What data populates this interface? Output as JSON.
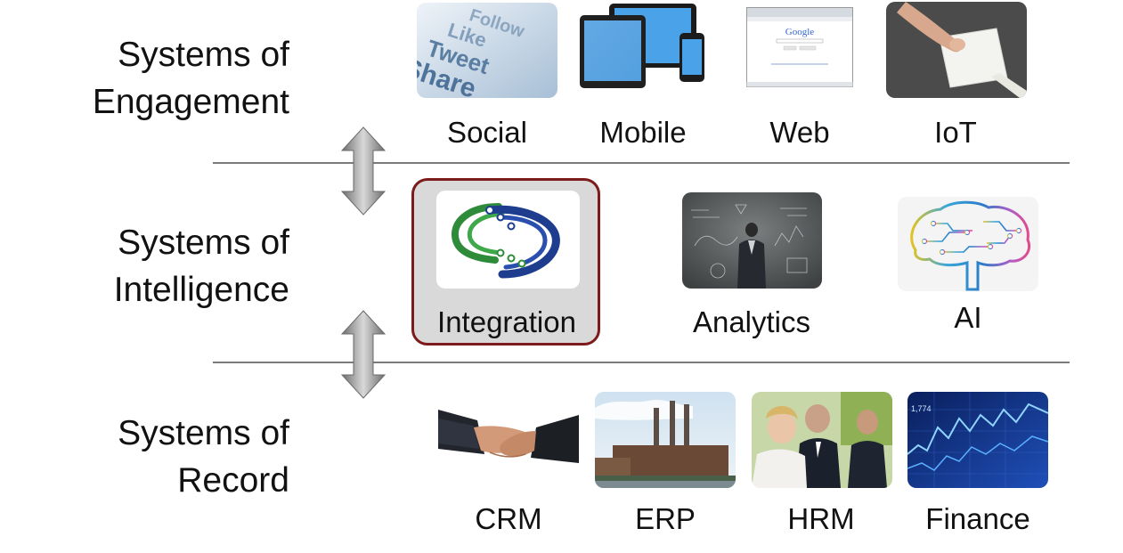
{
  "rows": {
    "engagement": {
      "line1": "Systems of",
      "line2": "Engagement"
    },
    "intelligence": {
      "line1": "Systems of",
      "line2": "Intelligence"
    },
    "record": {
      "line1": "Systems of",
      "line2": "Record"
    }
  },
  "engagement_items": {
    "social": "Social",
    "mobile": "Mobile",
    "web": "Web",
    "iot": "IoT"
  },
  "intelligence_items": {
    "integration": "Integration",
    "analytics": "Analytics",
    "ai": "AI"
  },
  "record_items": {
    "crm": "CRM",
    "erp": "ERP",
    "hrm": "HRM",
    "finance": "Finance"
  },
  "social_image_words": [
    "Follow",
    "Like",
    "Tweet",
    "Share"
  ],
  "web_image_text": {
    "logo": "Google"
  },
  "finance_image_text": "1,774",
  "colors": {
    "highlight_border": "#7d1a1a",
    "highlight_fill": "#d9d9d9",
    "divider": "#7a7a7a",
    "arrow": "#8a8a8a",
    "integration_blue": "#1f3d8f",
    "integration_green": "#2e8b3a"
  }
}
